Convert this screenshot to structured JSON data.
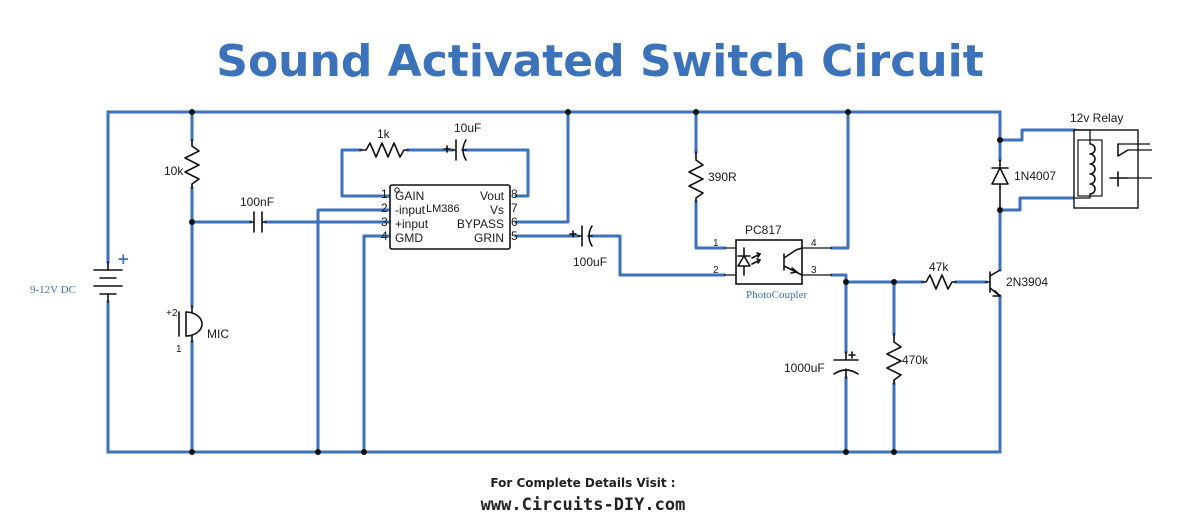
{
  "title": "Sound Activated Switch Circuit",
  "supply": {
    "label": "9-12V DC",
    "plus": "+"
  },
  "components": {
    "r10k": "10k",
    "c100nF": "100nF",
    "r1k": "1k",
    "c10uF": "10uF",
    "mic": "MIC",
    "c100uF": "100uF",
    "r390": "390R",
    "opto": "PC817",
    "opto_sub": "PhotoCoupler",
    "c1000uF": "1000uF",
    "r470k": "470k",
    "r47k": "47k",
    "transistor": "2N3904",
    "diode": "1N4007",
    "relay": "12v Relay"
  },
  "ic": {
    "name": "LM386",
    "left_pins": [
      "GAIN",
      "-input",
      "+input",
      "GMD"
    ],
    "right_pins": [
      "Vout",
      "Vs",
      "BYPASS",
      "GRIN"
    ],
    "left_numbers": [
      "1",
      "2",
      "3",
      "4"
    ],
    "right_numbers": [
      "8",
      "7",
      "6",
      "5"
    ]
  },
  "opto_pins": [
    "1",
    "2",
    "3",
    "4"
  ],
  "mic_pins": {
    "pin1": "1",
    "pin2": "2",
    "plus": "+"
  },
  "footer": {
    "line1": "For Complete Details Visit :",
    "line2": "www.Circuits-DIY.com"
  },
  "colors": {
    "wire": "#3b72b9",
    "title": "#3b72b9",
    "component": "#111111"
  }
}
